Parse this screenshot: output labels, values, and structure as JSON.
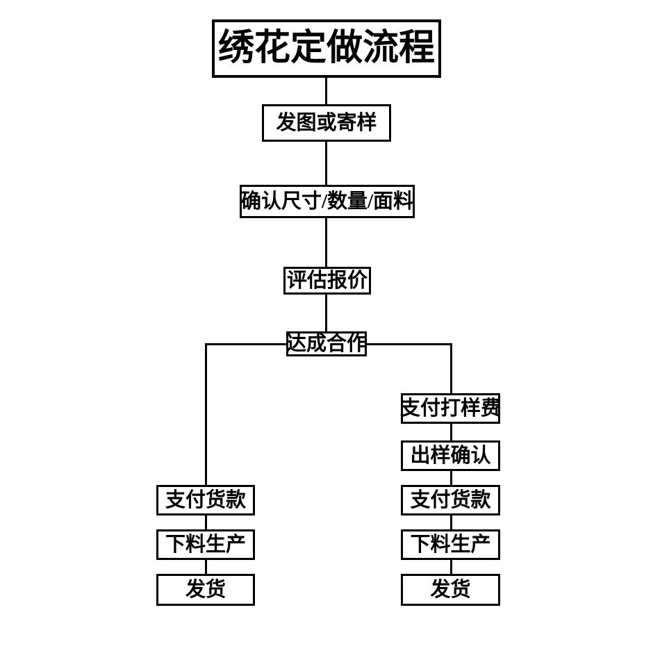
{
  "diagram": {
    "title": "绣花定做流程",
    "background_color": "#ffffff",
    "line_color": "#000000",
    "text_color": "#000000",
    "nodes": {
      "title": "绣花定做流程",
      "send_image_or_sample": "发图或寄样",
      "confirm_specs": "确认尺寸/数量/面料",
      "evaluate_quote": "评估报价",
      "reach_cooperation": "达成合作",
      "left_pay_goods": "支付货款",
      "left_cut_produce": "下料生产",
      "left_ship": "发货",
      "right_pay_sampling_fee": "支付打样费",
      "right_sample_confirm": "出样确认",
      "right_pay_goods": "支付货款",
      "right_cut_produce": "下料生产",
      "right_ship": "发货"
    }
  }
}
